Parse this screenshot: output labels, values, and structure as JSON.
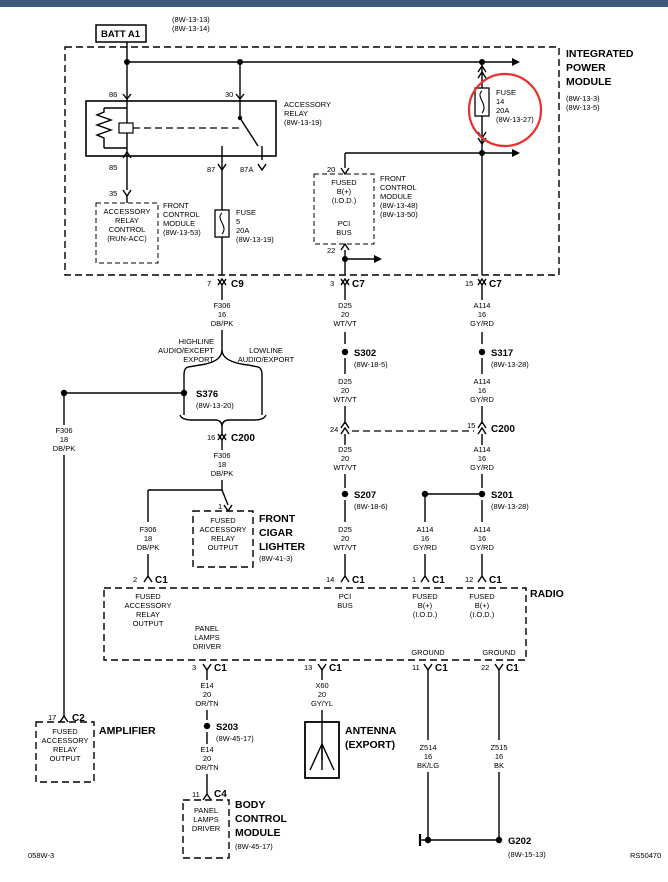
{
  "batt": {
    "label": "BATT A1",
    "refs": [
      "(8W-13-13)",
      "(8W-13-14)"
    ]
  },
  "ipm": {
    "lines": [
      "INTEGRATED",
      "POWER",
      "MODULE"
    ],
    "refs": [
      "(8W-13-3)",
      "(8W-13-5)"
    ]
  },
  "relay": {
    "pins": {
      "p86": "86",
      "p30": "30",
      "p85": "85",
      "p87": "87",
      "p87a": "87A"
    },
    "lines": [
      "ACCESSORY",
      "RELAY",
      "(8W-13-19)"
    ]
  },
  "fuse14": {
    "lines": [
      "FUSE",
      "14",
      "20A",
      "(8W-13-27)"
    ]
  },
  "fuse5": {
    "lines": [
      "FUSE",
      "5",
      "20A",
      "(8W-13-19)"
    ]
  },
  "fcm_relay": {
    "pin": "35",
    "box": [
      "ACCESSORY",
      "RELAY",
      "CONTROL",
      "(RUN-ACC)"
    ],
    "side": [
      "FRONT",
      "CONTROL",
      "MODULE",
      "(8W-13-53)"
    ]
  },
  "fcm_pci": {
    "pin_top": "20",
    "pin_bottom": "22",
    "box": [
      "FUSED",
      "B(+)",
      "(I.O.D.)",
      "",
      "PCI",
      "BUS"
    ],
    "side": [
      "FRONT",
      "CONTROL",
      "MODULE",
      "(8W-13-48)",
      "(8W-13-50)"
    ]
  },
  "conn_top": {
    "c9_pin": "7",
    "c9": "C9",
    "c7a_pin": "3",
    "c7a": "C7",
    "c7b_pin": "15",
    "c7b": "C7"
  },
  "wires": {
    "f306_16": [
      "F306",
      "16",
      "DB/PK"
    ],
    "d25": [
      "D25",
      "20",
      "WT/VT"
    ],
    "a114": [
      "A114",
      "16",
      "GY/RD"
    ],
    "f306_18": [
      "F306",
      "18",
      "DB/PK"
    ],
    "e14": [
      "E14",
      "20",
      "OR/TN"
    ],
    "x60": [
      "X60",
      "20",
      "GY/YL"
    ],
    "z514": [
      "Z514",
      "16",
      "BK/LG"
    ],
    "z515": [
      "Z515",
      "16",
      "BK"
    ]
  },
  "highline": [
    "HIGHLINE",
    "AUDIO/EXCEPT",
    "EXPORT"
  ],
  "lowline": [
    "LOWLINE",
    "AUDIO/EXPORT"
  ],
  "splices": {
    "s376": "S376",
    "s376_ref": "(8W-13-20)",
    "s302": "S302",
    "s302_ref": "(8W-18-5)",
    "s317": "S317",
    "s317_ref": "(8W-13-28)",
    "s207": "S207",
    "s207_ref": "(8W-18-6)",
    "s201": "S201",
    "s201_ref": "(8W-13-28)",
    "s203": "S203",
    "s203_ref": "(8W-45-17)"
  },
  "c200": {
    "pin_left": "16",
    "label_left": "C200",
    "pin_a": "24",
    "pin_b": "15",
    "label_b": "C200"
  },
  "cigar": {
    "pin": "1",
    "box": [
      "FUSED",
      "ACCESSORY",
      "RELAY",
      "OUTPUT"
    ],
    "title": [
      "FRONT",
      "CIGAR",
      "LIGHTER"
    ],
    "ref": "(8W-41-3)"
  },
  "radio": {
    "title": "RADIO",
    "pins_top": [
      {
        "pin": "2",
        "conn": "C1"
      },
      {
        "pin": "14",
        "conn": "C1"
      },
      {
        "pin": "1",
        "conn": "C1"
      },
      {
        "pin": "12",
        "conn": "C1"
      }
    ],
    "labels_top": [
      [
        "FUSED",
        "ACCESSORY",
        "RELAY",
        "OUTPUT"
      ],
      [
        "PCI",
        "BUS"
      ],
      [
        "FUSED",
        "B(+)",
        "(I.O.D.)"
      ],
      [
        "FUSED",
        "B(+)",
        "(I.O.D.)"
      ]
    ],
    "labels_bottom": [
      [
        "PANEL",
        "LAMPS",
        "DRIVER"
      ],
      [
        "GROUND"
      ],
      [
        "GROUND"
      ]
    ],
    "pins_bottom": [
      {
        "pin": "3",
        "conn": "C1"
      },
      {
        "pin": "13",
        "conn": "C1"
      },
      {
        "pin": "11",
        "conn": "C1"
      },
      {
        "pin": "22",
        "conn": "C1"
      }
    ]
  },
  "amplifier": {
    "pin": "17",
    "conn": "C2",
    "title": "AMPLIFIER",
    "box": [
      "FUSED",
      "ACCESSORY",
      "RELAY",
      "OUTPUT"
    ]
  },
  "antenna": {
    "title": [
      "ANTENNA",
      "(EXPORT)"
    ]
  },
  "bcm": {
    "pin": "11",
    "conn": "C4",
    "box": [
      "PANEL",
      "LAMPS",
      "DRIVER"
    ],
    "title": [
      "BODY",
      "CONTROL",
      "MODULE"
    ],
    "ref": "(8W-45-17)"
  },
  "ground": {
    "label": "G202",
    "ref": "(8W-15-13)"
  },
  "footer": {
    "left": "058W-3",
    "right": "RS50470"
  }
}
